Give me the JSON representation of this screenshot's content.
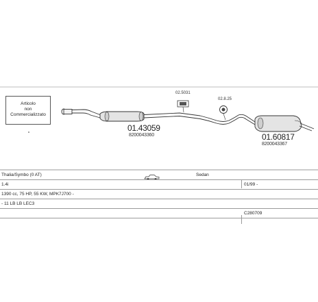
{
  "note": {
    "line1": "Articolo",
    "line2": "non",
    "line3": "Commercializzato"
  },
  "parts": {
    "front_pipe_number": "01.43059",
    "front_pipe_oem": "8200043360",
    "rear_silencer_number": "01.60817",
    "rear_silencer_oem": "8200043367",
    "clamp_label": "02.5031",
    "ring_label": "02.8.25"
  },
  "vehicle": {
    "model": "Thalia/Symbo   (0 AT)",
    "body_type": "Sedan",
    "engine_size": "1.4i",
    "date_range": "01/99 -",
    "engine_spec": "1390 cc, 75 HP, 55 KW, MPK7J700 -",
    "emission": "- 11 LB LB LEC3",
    "catalogue_code": "C280709"
  },
  "icons": {
    "body_icon": "sedan-car-icon"
  }
}
